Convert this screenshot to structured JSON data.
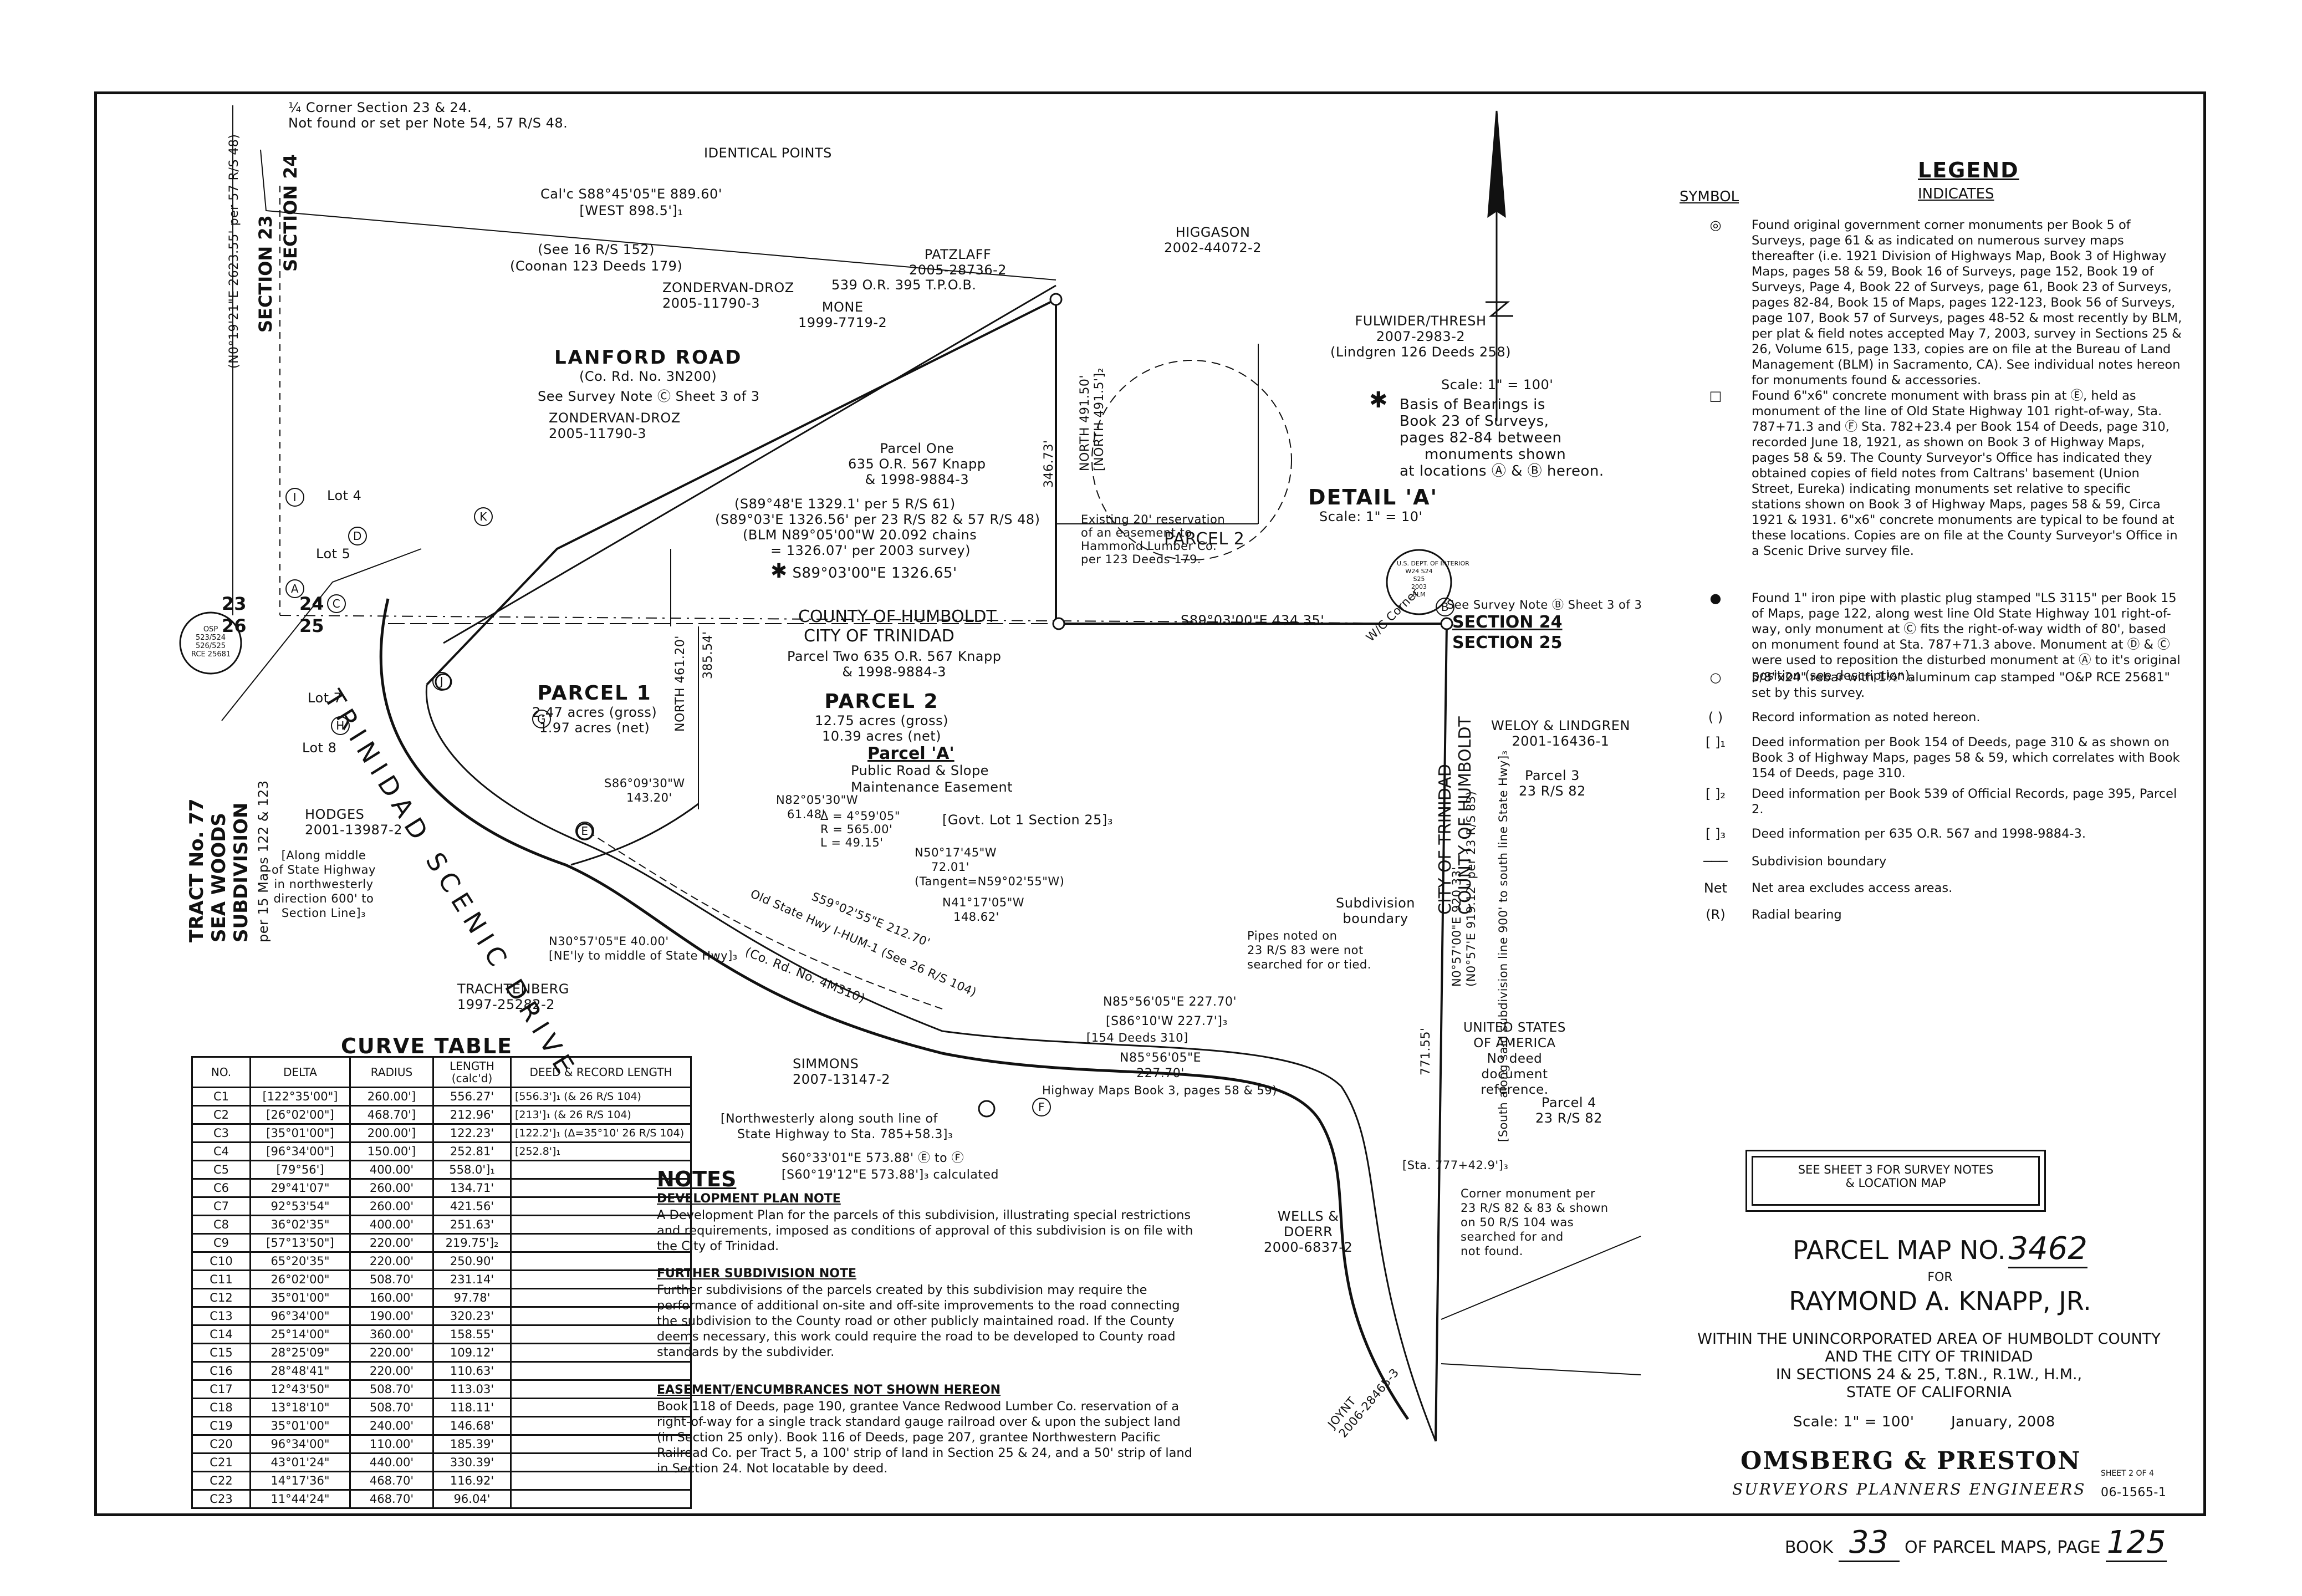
{
  "plat": {
    "corner_note": [
      "¼ Corner Section 23 & 24.",
      "Not found or set per Note 54, 57 R/S 48."
    ],
    "identical_points": "IDENTICAL POINTS",
    "calc_bearing": [
      "Cal'c S88°45'05\"E 889.60'",
      "[WEST 898.5']₁"
    ],
    "lanford_road": [
      "LANFORD ROAD",
      "(Co. Rd. No. 3N200)",
      "See Survey Note Ⓒ Sheet 3 of 3"
    ],
    "coonan": [
      "(See 16 R/S 152)",
      "(Coonan 123 Deeds 179)"
    ],
    "zondervan_1": [
      "ZONDERVAN-DROZ",
      "2005-11790-3"
    ],
    "zondervan_2": [
      "ZONDERVAN-DROZ",
      "2005-11790-3"
    ],
    "mone": [
      "MONE",
      "1999-7719-2"
    ],
    "patzlaff": [
      "PATZLAFF",
      "2005-28736-2"
    ],
    "tpob": "539 O.R. 395 T.P.O.B.",
    "higgason": [
      "HIGGASON",
      "2002-44072-2"
    ],
    "fulwider": [
      "FULWIDER/THRESH",
      "2007-2983-2",
      "(Lindgren 126 Deeds 258)"
    ],
    "scale_100": "Scale: 1\" = 100'",
    "basis_of_bearings": [
      "Basis of Bearings is",
      "Book 23 of Surveys,",
      "pages 82-84 between",
      "monuments shown",
      "at locations Ⓐ & Ⓑ hereon."
    ],
    "detail_a": "DETAIL 'A'",
    "detail_scale": "Scale: 1\" = 10'",
    "parcel_2_detail": "PARCEL 2",
    "section_23_top": "SECTION 23",
    "section_24_top": "SECTION 24",
    "section_24_right": "SECTION 24",
    "section_25_right": "SECTION 25",
    "survey_note_b": "See Survey Note Ⓑ Sheet 3 of 3",
    "parcel_one": [
      "Parcel One",
      "635 O.R. 567 Knapp",
      "& 1998-9884-3"
    ],
    "bearing_block": [
      "(S89°48'E 1329.1' per 5 R/S 61)",
      "(S89°03'E 1326.56' per 23 R/S 82 & 57 R/S 48)",
      "(BLM N89°05'00\"W 20.092 chains",
      "= 1326.07' per 2003 survey)"
    ],
    "basis_bearing": "S89°03'00\"E 1326.65'",
    "reservation": [
      "Existing 20' reservation",
      "of an easement to",
      "Hammond Lumber Co.",
      "per 123 Deeds 179."
    ],
    "bottom_bearing": "S89°03'00\"E 434.35'",
    "county": "COUNTY OF HUMBOLDT",
    "city": "CITY OF TRINIDAD",
    "parcel_two": [
      "Parcel Two 635 O.R. 567 Knapp",
      "& 1998-9884-3"
    ],
    "parcel_1": [
      "PARCEL 1",
      "2.47 acres (gross)",
      "1.97 acres (net)"
    ],
    "parcel_2": [
      "PARCEL 2",
      "12.75 acres (gross)",
      "10.39 acres (net)"
    ],
    "parcel_a": [
      "Parcel 'A'",
      "Public Road & Slope",
      "Maintenance Easement"
    ],
    "curve_data": [
      "Δ = 4°59'05\"",
      "R = 565.00'",
      "L = 49.15'"
    ],
    "govt_lot": "[Govt. Lot 1 Section 25]₃",
    "tangent": [
      "N50°17'45\"W",
      "72.01'",
      "(Tangent=N59°02'55\"W)"
    ],
    "n41": [
      "N41°17'05\"W",
      "148.62'"
    ],
    "n82": [
      "N82°05'30\"W",
      "61.48'"
    ],
    "s86": [
      "S86°09'30\"W",
      "143.20'"
    ],
    "trinidad_scenic": "TRINIDAD SCENIC DRIVE",
    "old_state_hwy": "Old State Hwy I-HUM-1 (See 26 R/S 104)",
    "co_rd": "(Co. Rd. No. 4M310)",
    "s59": "S59°02'55\"E 212.70'",
    "hodges": [
      "HODGES",
      "2001-13987-2"
    ],
    "along_middle": [
      "[Along middle",
      "of State Highway",
      "in northwesterly",
      "direction 600' to",
      "Section Line]₃"
    ],
    "n30": [
      "N30°57'05\"E 40.00'",
      "[NE'ly to middle of State Hwy]₃"
    ],
    "trachtenberg": [
      "TRACHTENBERG",
      "1997-25282-2"
    ],
    "tract_77": [
      "TRACT No. 77",
      "SEA WOODS",
      "SUBDIVISION",
      "per 15 Maps 122 & 123"
    ],
    "lot_4": "Lot 4",
    "lot_5": "Lot 5",
    "lot_7": "Lot 7",
    "lot_8": "Lot 8",
    "simmons": [
      "SIMMONS",
      "2007-13147-2"
    ],
    "nw_along": [
      "[Northwesterly along south line of",
      "State Highway to Sta. 785+58.3]₃"
    ],
    "s60": [
      "S60°33'01\"E 573.88' Ⓔ to Ⓕ",
      "[S60°19'12\"E 573.88']₃ calculated"
    ],
    "n85_top": "N85°56'05\"E 227.70'",
    "n85_bot": [
      "N85°56'05\"E",
      "227.70'"
    ],
    "s86_10": "[S86°10'W 227.7']₃",
    "deeds_154": "[154 Deeds 310]",
    "hwy_maps": "Highway Maps Book 3, pages 58 & 59)",
    "weloy": [
      "WELOY & LINDGREN",
      "2001-16436-1"
    ],
    "parcel_3": [
      "Parcel 3",
      "23 R/S 82"
    ],
    "city_county_vert": [
      "CITY OF TRINIDAD",
      "COUNTY OF HUMBOLDT"
    ],
    "south_along": "[South along said subdivision line 900' to south line State Hwy]₃",
    "usa": [
      "UNITED STATES",
      "OF AMERICA",
      "No deed",
      "document",
      "reference."
    ],
    "parcel_4": [
      "Parcel 4",
      "23 R/S 82"
    ],
    "subdivision_boundary": [
      "Subdivision",
      "boundary"
    ],
    "pipes_noted": [
      "Pipes noted on",
      "23 R/S 83 were not",
      "searched for or tied."
    ],
    "corner_monument": [
      "Corner monument per",
      "23 R/S 82 & 83 & shown",
      "on 50 R/S 104 was",
      "searched for and",
      "not found."
    ],
    "sta_777": "[Sta. 777+42.9']₃",
    "wells": [
      "WELLS &",
      "DOERR",
      "2000-6837-2"
    ],
    "joynt": [
      "JOYNT",
      "2006-28465-3"
    ],
    "wc_corner": "W/C Corner",
    "north_49150": [
      "NORTH 491.50'",
      "[NORTH 491.5']₂"
    ],
    "n_346": "346.73'",
    "n_385": "385.54'",
    "n_46120": "NORTH 461.20'",
    "n_771": "771.55'",
    "n_s_bearing": [
      "N0°57'00\"E 920.33'",
      "(N0°57'E 919.12' per 23 R/S 83)"
    ],
    "monument_stamps": {
      "left": [
        "OSP",
        "523/524",
        "526/525",
        "RCE 25681"
      ],
      "right": [
        "U.S. DEPT. OF INTERIOR",
        "W24 S24",
        "S25",
        "2003",
        "BLM"
      ]
    },
    "points": [
      "A",
      "B",
      "C",
      "D",
      "E",
      "F",
      "G",
      "H",
      "I",
      "J",
      "K"
    ],
    "corner_23": "23",
    "corner_24": "24",
    "corner_26": "26",
    "corner_25": "25"
  },
  "legend": {
    "title": "LEGEND",
    "symbol_header": "SYMBOL",
    "indicates_header": "INDICATES",
    "items": [
      {
        "symbol_icon": "bullseye-icon",
        "symbol": "◎",
        "text": "Found original government corner monuments per Book 5 of Surveys, page 61 & as indicated on numerous survey maps thereafter (i.e. 1921 Division of Highways Map, Book 3 of Highway Maps, pages 58 & 59, Book 16 of Surveys, page 152, Book 19 of Surveys, Page 4, Book 22 of Surveys, page 61, Book 23 of Surveys, pages 82-84, Book 15 of Maps, pages 122-123, Book 56 of Surveys, page 107, Book 57 of Surveys, pages 48-52 & most recently by BLM, per plat & field notes accepted May 7, 2003, survey in Sections 25 & 26, Volume 615, page 133, copies are on file at the Bureau of Land Management (BLM) in Sacramento, CA). See individual notes hereon for monuments found & accessories."
      },
      {
        "symbol_icon": "square-icon",
        "symbol": "□",
        "text": "Found 6\"x6\" concrete monument with brass pin at Ⓔ, held as monument of the line of Old State Highway 101 right-of-way, Sta. 787+71.3 and Ⓕ Sta. 782+23.4 per Book 154 of Deeds, page 310, recorded June 18, 1921, as shown on Book 3 of Highway Maps, pages 58 & 59. The County Surveyor's Office has indicated they obtained copies of field notes from Caltrans' basement (Union Street, Eureka) indicating monuments set relative to specific stations shown on Book 3 of Highway Maps, pages 58 & 59, Circa 1921 & 1931. 6\"x6\" concrete monuments are typical to be found at these locations. Copies are on file at the County Surveyor's Office in a Scenic Drive survey file."
      },
      {
        "symbol_icon": "dot-icon",
        "symbol": "●",
        "text": "Found 1\" iron pipe with plastic plug stamped \"LS 3115\" per Book 15 of Maps, page 122, along west line Old State Highway 101 right-of-way, only monument at Ⓒ fits the right-of-way width of 80', based on monument found at Sta. 787+71.3 above. Monument at Ⓓ & Ⓒ were used to reposition the disturbed monument at Ⓐ to it's original position (see description)."
      },
      {
        "symbol_icon": "circle-icon",
        "symbol": "○",
        "text": "5/8\"x24\" rebar with 1½\" aluminum cap stamped \"O&P RCE 25681\" set by this survey."
      },
      {
        "symbol_icon": "paren-icon",
        "symbol": "(  )",
        "text": "Record information as noted hereon."
      },
      {
        "symbol_icon": "bracket1-icon",
        "symbol": "[  ]₁",
        "text": "Deed information per Book 154 of Deeds, page 310 & as shown on Book 3 of Highway Maps, pages 58 & 59, which correlates with Book 154 of Deeds, page 310."
      },
      {
        "symbol_icon": "bracket2-icon",
        "symbol": "[  ]₂",
        "text": "Deed information per Book 539 of Official Records, page 395, Parcel 2."
      },
      {
        "symbol_icon": "bracket3-icon",
        "symbol": "[  ]₃",
        "text": "Deed information per 635 O.R. 567 and 1998-9884-3."
      },
      {
        "symbol_icon": "line-icon",
        "symbol": "───",
        "text": "Subdivision boundary"
      },
      {
        "symbol_icon": "net-icon",
        "symbol": "Net",
        "text": "Net area excludes access areas."
      },
      {
        "symbol_icon": "radial-icon",
        "symbol": "(R)",
        "text": "Radial bearing"
      }
    ]
  },
  "curve_table": {
    "title": "CURVE TABLE",
    "headers": [
      "NO.",
      "DELTA",
      "RADIUS",
      "LENGTH (calc'd)",
      "DEED & RECORD LENGTH"
    ],
    "rows": [
      [
        "C1",
        "[122°35'00\"]",
        "260.00']",
        "556.27'",
        "[556.3']₁ (& 26 R/S 104)"
      ],
      [
        "C2",
        "[26°02'00\"]",
        "468.70']",
        "212.96'",
        "[213']₁ (& 26 R/S 104)"
      ],
      [
        "C3",
        "[35°01'00\"]",
        "200.00']",
        "122.23'",
        "[122.2']₁ (Δ=35°10' 26 R/S 104)"
      ],
      [
        "C4",
        "[96°34'00\"]",
        "150.00']",
        "252.81'",
        "[252.8']₁"
      ],
      [
        "C5",
        "[79°56']",
        "400.00'",
        "558.0']₁",
        ""
      ],
      [
        "C6",
        "29°41'07\"",
        "260.00'",
        "134.71'",
        ""
      ],
      [
        "C7",
        "92°53'54\"",
        "260.00'",
        "421.56'",
        ""
      ],
      [
        "C8",
        "36°02'35\"",
        "400.00'",
        "251.63'",
        ""
      ],
      [
        "C9",
        "[57°13'50\"]",
        "220.00'",
        "219.75']₂",
        ""
      ],
      [
        "C10",
        "65°20'35\"",
        "220.00'",
        "250.90'",
        ""
      ],
      [
        "C11",
        "26°02'00\"",
        "508.70'",
        "231.14'",
        ""
      ],
      [
        "C12",
        "35°01'00\"",
        "160.00'",
        "97.78'",
        ""
      ],
      [
        "C13",
        "96°34'00\"",
        "190.00'",
        "320.23'",
        ""
      ],
      [
        "C14",
        "25°14'00\"",
        "360.00'",
        "158.55'",
        ""
      ],
      [
        "C15",
        "28°25'09\"",
        "220.00'",
        "109.12'",
        ""
      ],
      [
        "C16",
        "28°48'41\"",
        "220.00'",
        "110.63'",
        ""
      ],
      [
        "C17",
        "12°43'50\"",
        "508.70'",
        "113.03'",
        ""
      ],
      [
        "C18",
        "13°18'10\"",
        "508.70'",
        "118.11'",
        ""
      ],
      [
        "C19",
        "35°01'00\"",
        "240.00'",
        "146.68'",
        ""
      ],
      [
        "C20",
        "96°34'00\"",
        "110.00'",
        "185.39'",
        ""
      ],
      [
        "C21",
        "43°01'24\"",
        "440.00'",
        "330.39'",
        ""
      ],
      [
        "C22",
        "14°17'36\"",
        "468.70'",
        "116.92'",
        ""
      ],
      [
        "C23",
        "11°44'24\"",
        "468.70'",
        "96.04'",
        ""
      ]
    ]
  },
  "notes": {
    "title": "NOTES",
    "sections": [
      {
        "heading": "DEVELOPMENT PLAN NOTE",
        "body": "A Development Plan for the parcels of this subdivision, illustrating special restrictions and requirements, imposed as conditions of approval of this subdivision is on file with the City of Trinidad."
      },
      {
        "heading": "FURTHER SUBDIVISION NOTE",
        "body": "Further subdivisions of the parcels created by this subdivision may require the performance of additional on-site and off-site improvements to the road connecting the subdivision to the County road or other publicly maintained road. If the County deems necessary, this work could require the road to be developed to County road standards by the subdivider."
      },
      {
        "heading": "EASEMENT/ENCUMBRANCES NOT SHOWN HEREON",
        "body": "Book 118 of Deeds, page 190, grantee Vance Redwood Lumber Co. reservation of a right-of-way for a single track standard gauge railroad over & upon the subject land (in Section 25 only). Book 116 of Deeds, page 207, grantee Northwestern Pacific Railroad Co. per Tract 5, a 100' strip of land in Section 25 & 24, and a 50' strip of land in Section 24. Not locatable by deed."
      }
    ]
  },
  "title_block": {
    "see_sheet": [
      "SEE SHEET 3 FOR SURVEY NOTES",
      "& LOCATION MAP"
    ],
    "parcel_map_no_label": "PARCEL MAP NO.",
    "parcel_map_no": "3462",
    "for": "FOR",
    "owner": "RAYMOND A. KNAPP, JR.",
    "location": [
      "WITHIN THE UNINCORPORATED AREA OF HUMBOLDT COUNTY",
      "AND THE CITY OF TRINIDAD",
      "IN SECTIONS 24 & 25, T.8N., R.1W., H.M.,",
      "STATE OF CALIFORNIA"
    ],
    "scale": "Scale: 1\" = 100'",
    "date": "January, 2008",
    "firm": "OMSBERG & PRESTON",
    "firm_sub": "SURVEYORS  PLANNERS  ENGINEERS",
    "sheet": "SHEET 2 OF 4",
    "job": "06-1565-1",
    "book_label": "BOOK",
    "book": "33",
    "of_parcel_maps": "OF PARCEL MAPS, PAGE",
    "page": "125"
  }
}
